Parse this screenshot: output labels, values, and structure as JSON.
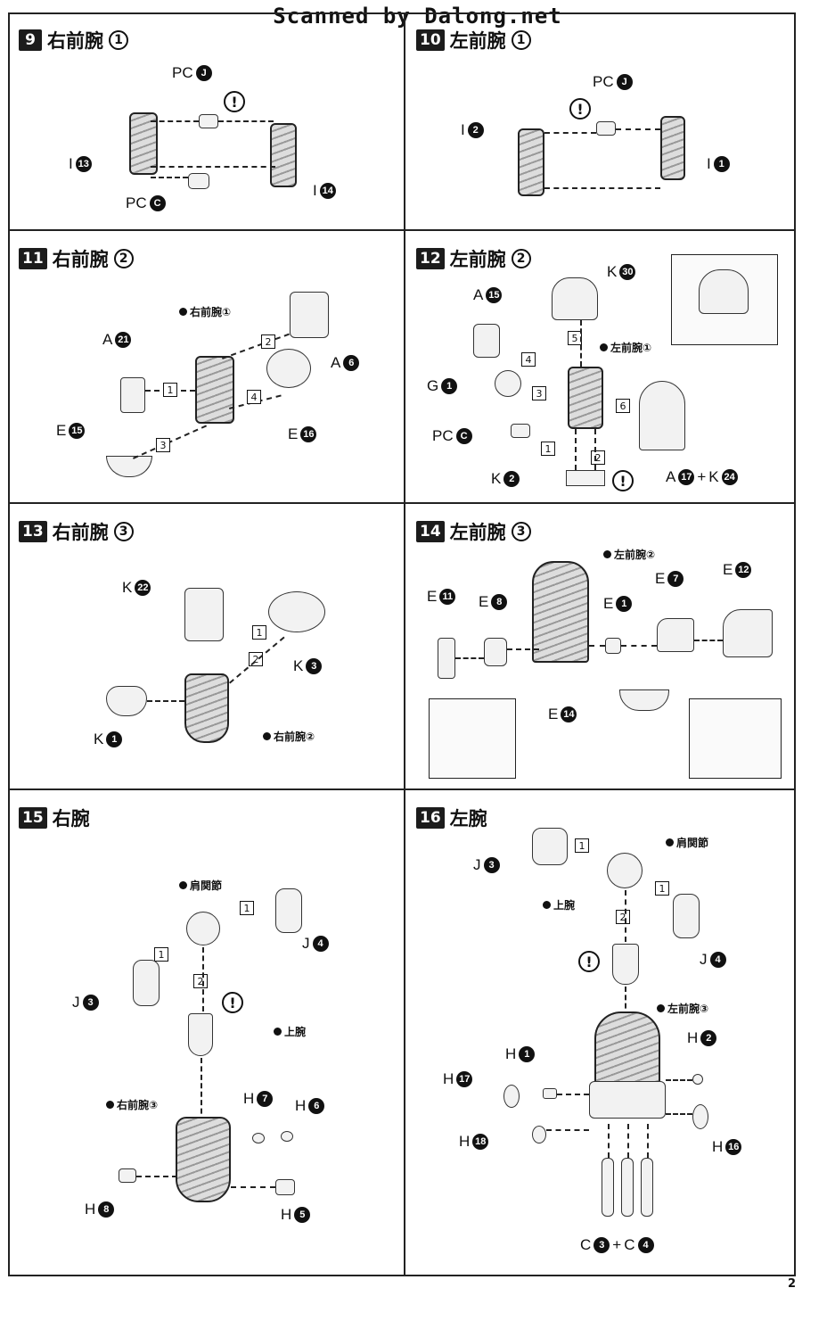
{
  "watermark": "Scanned by Dalong.net",
  "page_number": "2",
  "panels": [
    {
      "step": "9",
      "title": "右前腕",
      "sub": "1",
      "labels": {
        "pc1": "PC",
        "pc1_id": "J",
        "i1": "I",
        "i1_id": "13",
        "pc2": "PC",
        "pc2_id": "C",
        "i2": "I",
        "i2_id": "14"
      }
    },
    {
      "step": "10",
      "title": "左前腕",
      "sub": "1",
      "labels": {
        "pc1": "PC",
        "pc1_id": "J",
        "i1": "I",
        "i1_id": "2",
        "i2": "I",
        "i2_id": "1"
      }
    },
    {
      "step": "11",
      "title": "右前腕",
      "sub": "2",
      "labels": {
        "ref": "右前腕①",
        "a1": "A",
        "a1_id": "21",
        "a2": "A",
        "a2_id": "6",
        "e1": "E",
        "e1_id": "15",
        "e2": "E",
        "e2_id": "16"
      },
      "steps": [
        "1",
        "2",
        "3",
        "4"
      ]
    },
    {
      "step": "12",
      "title": "左前腕",
      "sub": "2",
      "labels": {
        "ref": "左前腕①",
        "k1": "K",
        "k1_id": "30",
        "a1": "A",
        "a1_id": "15",
        "g1": "G",
        "g1_id": "1",
        "pc": "PC",
        "pc_id": "C",
        "k2": "K",
        "k2_id": "2",
        "a2": "A",
        "a2_id": "17",
        "plus": "+",
        "k3": "K",
        "k3_id": "24"
      },
      "steps": [
        "1",
        "2",
        "3",
        "4",
        "5",
        "6"
      ]
    },
    {
      "step": "13",
      "title": "右前腕",
      "sub": "3",
      "labels": {
        "ref": "右前腕②",
        "k1": "K",
        "k1_id": "22",
        "k2": "K",
        "k2_id": "3",
        "k3": "K",
        "k3_id": "1"
      },
      "steps": [
        "1",
        "2"
      ]
    },
    {
      "step": "14",
      "title": "左前腕",
      "sub": "3",
      "labels": {
        "ref": "左前腕②",
        "e1": "E",
        "e1_id": "11",
        "e2": "E",
        "e2_id": "8",
        "e3": "E",
        "e3_id": "1",
        "e4": "E",
        "e4_id": "7",
        "e5": "E",
        "e5_id": "12",
        "e6": "E",
        "e6_id": "14"
      }
    },
    {
      "step": "15",
      "title": "右腕",
      "labels": {
        "shoulder": "肩関節",
        "upper": "上腕",
        "ref": "右前腕③",
        "j1": "J",
        "j1_id": "4",
        "j2": "J",
        "j2_id": "3",
        "h1": "H",
        "h1_id": "7",
        "h2": "H",
        "h2_id": "6",
        "h3": "H",
        "h3_id": "8",
        "h4": "H",
        "h4_id": "5"
      },
      "steps": [
        "1",
        "1",
        "2"
      ]
    },
    {
      "step": "16",
      "title": "左腕",
      "labels": {
        "shoulder": "肩関節",
        "upper": "上腕",
        "ref": "左前腕③",
        "j1": "J",
        "j1_id": "3",
        "j2": "J",
        "j2_id": "4",
        "h1": "H",
        "h1_id": "1",
        "h2": "H",
        "h2_id": "2",
        "h3": "H",
        "h3_id": "17",
        "h4": "H",
        "h4_id": "18",
        "h5": "H",
        "h5_id": "16",
        "c1": "C",
        "c1_id": "3",
        "plus": "+",
        "c2": "C",
        "c2_id": "4"
      },
      "steps": [
        "1",
        "1",
        "2"
      ]
    }
  ],
  "warning_symbol": "!"
}
